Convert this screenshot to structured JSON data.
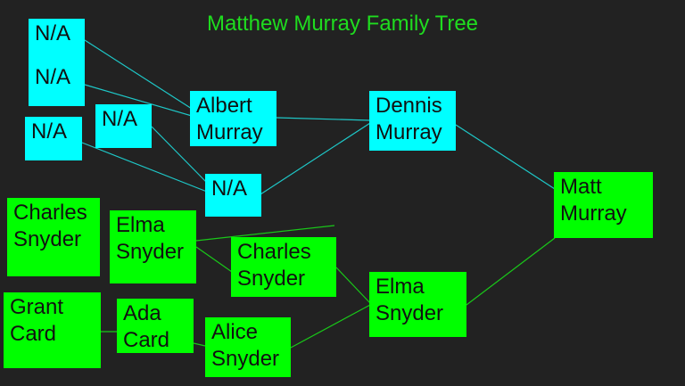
{
  "title": "Matthew Murray Family Tree",
  "colors": {
    "background": "#222222",
    "title": "#1fdc1f",
    "murray_box": "#00ffff",
    "murray_line": "#1ec8c8",
    "snyder_box": "#00ff00",
    "snyder_line": "#19c819"
  },
  "nodes": {
    "na_1": [
      "N/A"
    ],
    "na_2": [
      "N/A"
    ],
    "na_3": [
      "N/A"
    ],
    "na_4": [
      "N/A"
    ],
    "na_5": [
      "N/A"
    ],
    "albert": [
      "Albert",
      "Murray"
    ],
    "dennis": [
      "Dennis",
      "Murray"
    ],
    "matt": [
      "Matt",
      "Murray"
    ],
    "charles_sr": [
      "Charles",
      "Snyder"
    ],
    "elma_sr": [
      "Elma",
      "Snyder"
    ],
    "charles_jr": [
      "Charles",
      "Snyder"
    ],
    "grant": [
      "Grant",
      "Card"
    ],
    "ada": [
      "Ada",
      "Card"
    ],
    "alice": [
      "Alice",
      "Snyder"
    ],
    "elma_jr": [
      "Elma",
      "Snyder"
    ]
  }
}
